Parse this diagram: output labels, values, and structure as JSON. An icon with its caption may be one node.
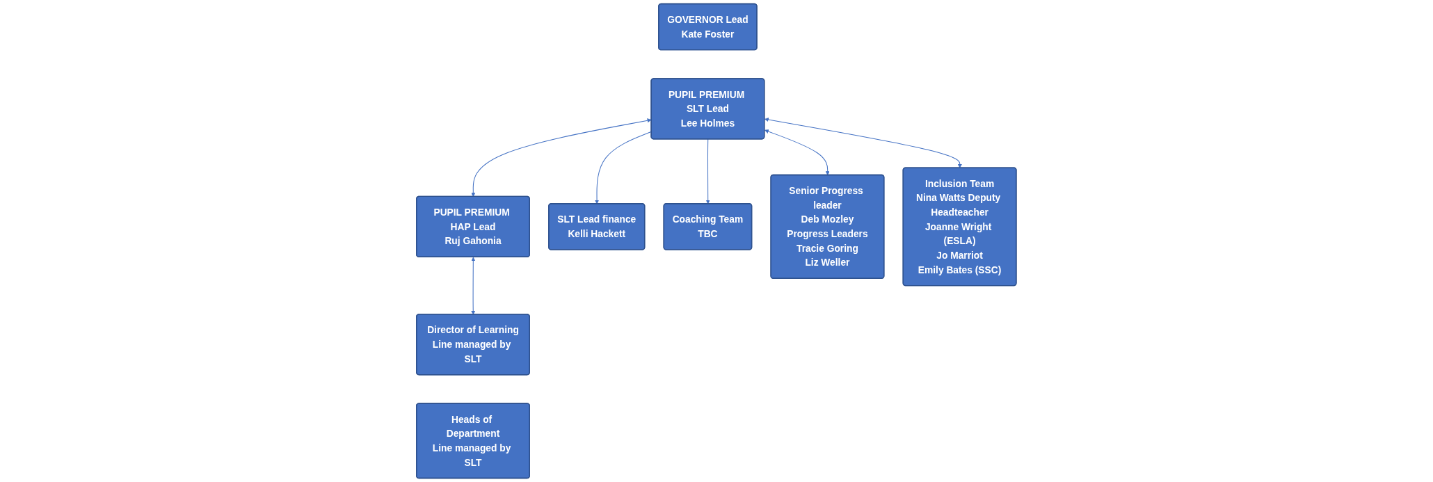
{
  "diagram": {
    "nodes": [
      {
        "text": [
          "GOVERNOR Lead",
          "Kate Foster"
        ]
      },
      {
        "text": [
          "PUPIL PREMIUM SLT Lead",
          "Lee Holmes"
        ]
      },
      {
        "text": [
          "PUPIL PREMIUM HAP Lead",
          "Ruj Gahonia"
        ]
      },
      {
        "text": [
          "SLT Lead finance",
          "Kelli Hackett"
        ]
      },
      {
        "text": [
          "Coaching Team",
          "TBC"
        ]
      },
      {
        "text": [
          "Senior Progress leader",
          "Deb Mozley",
          "Progress Leaders",
          "Tracie Goring",
          "Liz Weller"
        ]
      },
      {
        "text": [
          "Inclusion Team",
          "Nina Watts Deputy Headteacher",
          "Joanne Wright (ESLA)",
          "Jo Marriot",
          "Emily Bates (SSC)"
        ]
      },
      {
        "text": [
          "Director of Learning",
          "Line managed by SLT"
        ]
      },
      {
        "text": [
          "Heads of Department",
          "Line managed by SLT"
        ]
      }
    ],
    "edges": [
      {
        "from": 1,
        "to": 3,
        "arrow": "to"
      },
      {
        "from": 1,
        "to": 4,
        "arrow": "to"
      },
      {
        "from": 1,
        "to": 5,
        "arrow": "both"
      },
      {
        "from": 1,
        "to": 6,
        "arrow": "both"
      },
      {
        "from": 1,
        "to": 2,
        "arrow": "both"
      },
      {
        "from": 2,
        "to": 7,
        "arrow": "both"
      }
    ]
  }
}
